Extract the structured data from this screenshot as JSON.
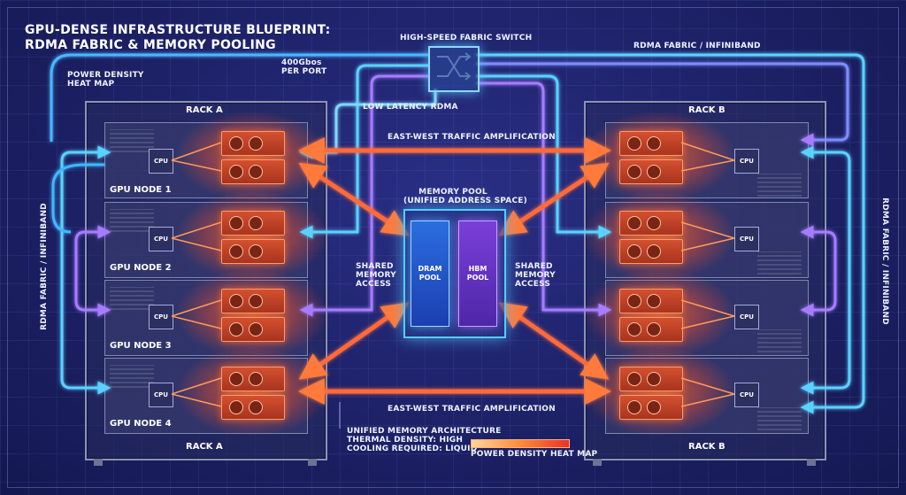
{
  "title": {
    "line1": "GPU-DENSE INFRASTRUCTURE BLUEPRINT:",
    "line2": "RDMA FABRIC & MEMORY POOLING"
  },
  "labels": {
    "heat_map_1": "POWER DENSITY",
    "heat_map_2": "HEAT MAP",
    "port_speed_1": "400Gbos",
    "port_speed_2": "PER PORT",
    "switch": "HIGH-SPEED FABRIC SWITCH",
    "rdma_top": "RDMA FABRIC / INFINIBAND",
    "rdma_left": "RDMA FABRIC / INFINIBAND",
    "rdma_right": "RDMA FABRIC / INFINIBAND",
    "low_latency": "LOW LATENCY RDMA",
    "east_west_top": "EAST-WEST TRAFFIC AMPLIFICATION",
    "east_west_bottom": "EAST-WEST TRAFFIC AMPLIFICATION",
    "memory_pool_1": "MEMORY POOL",
    "memory_pool_2": "(UNIFIED ADDRESS SPACE)",
    "dram_1": "DRAM",
    "dram_2": "POOL",
    "hbm_1": "HBM",
    "hbm_2": "POOL",
    "shared_left_1": "SHARED",
    "shared_left_2": "MEMORY",
    "shared_left_3": "ACCESS",
    "shared_right_1": "SHARED",
    "shared_right_2": "MEMORY",
    "shared_right_3": "ACCESS",
    "uma_1": "UNIFIED MEMORY ARCHITECTURE",
    "uma_2": "THERMAL DENSITY: HIGH",
    "uma_3": "COOLING REQUIRED: LIQUID",
    "legend": "POWER DENSITY HEAT MAP"
  },
  "rack_a": {
    "title_top": "RACK A",
    "title_bottom": "RACK A",
    "nodes": [
      {
        "label": "GPU NODE 1",
        "cpu": "CPU"
      },
      {
        "label": "GPU NODE 2",
        "cpu": "CPU"
      },
      {
        "label": "GPU NODE 3",
        "cpu": "CPU"
      },
      {
        "label": "GPU NODE 4",
        "cpu": "CPU"
      }
    ]
  },
  "rack_b": {
    "title_top": "RACK B",
    "title_bottom": "RACK B",
    "nodes": [
      {
        "cpu": "CPU"
      },
      {
        "cpu": "CPU"
      },
      {
        "cpu": "CPU"
      },
      {
        "cpu": "CPU"
      }
    ]
  },
  "colors": {
    "background": "#1d2166",
    "fabric_blue": "#46c8ff",
    "fabric_violet": "#9b6bff",
    "east_west": "#ff6a3a",
    "heat": "#ff6a2a"
  }
}
